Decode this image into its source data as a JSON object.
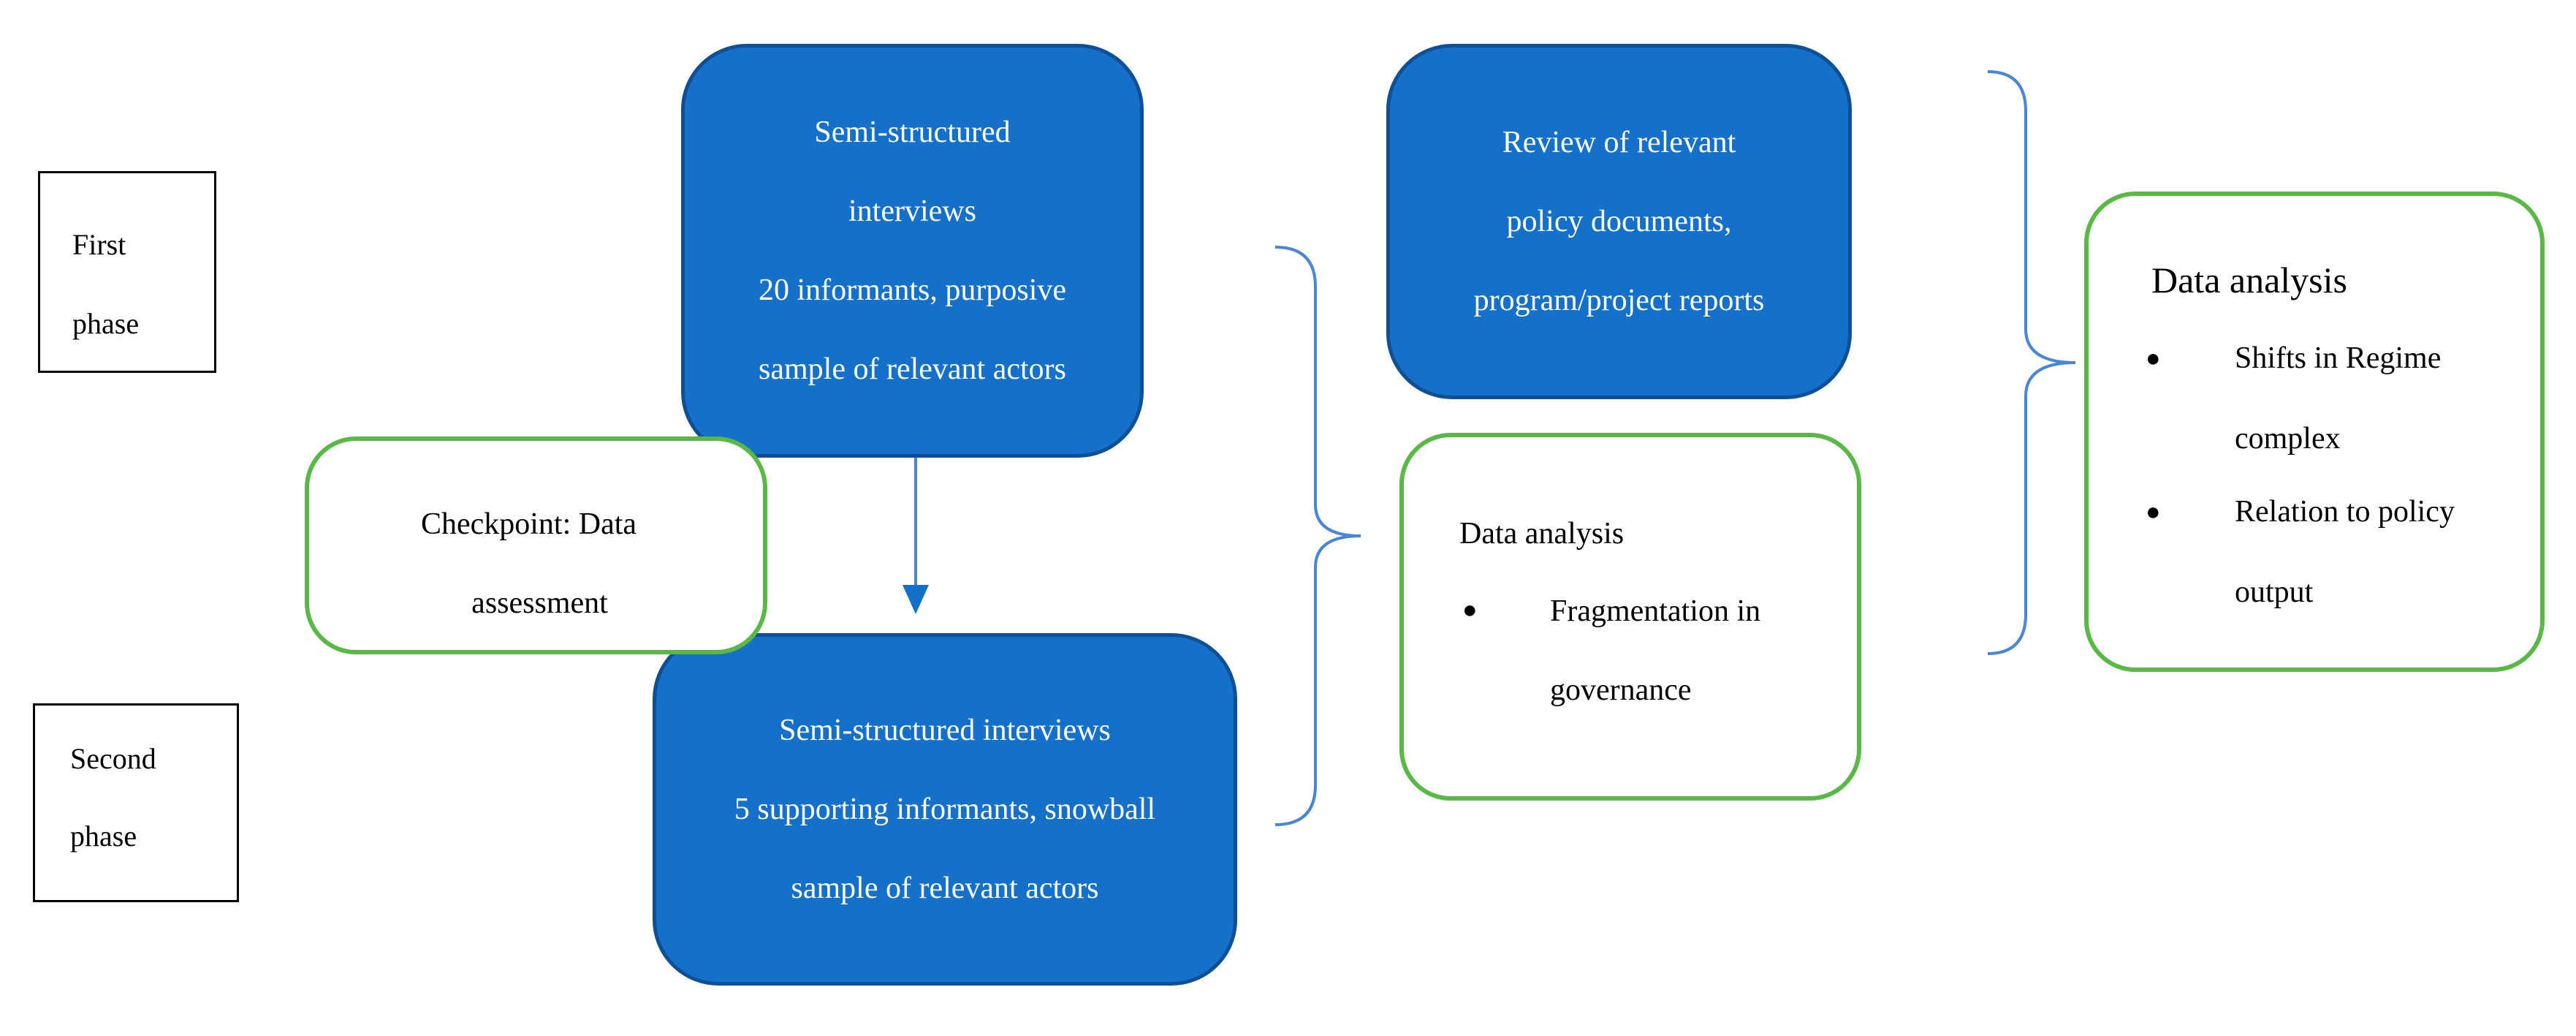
{
  "phases": {
    "first": [
      "First",
      "phase"
    ],
    "second": [
      "Second",
      "phase"
    ]
  },
  "interviews_first": {
    "lines": [
      "Semi-structured",
      "interviews",
      "20 informants, purposive",
      "sample of relevant actors"
    ]
  },
  "checkpoint": {
    "lines": [
      "Checkpoint: Data",
      "assessment"
    ]
  },
  "interviews_second": {
    "lines": [
      "Semi-structured interviews",
      "5 supporting informants, snowball",
      "sample of relevant actors"
    ]
  },
  "review": {
    "lines": [
      "Review of relevant",
      "policy documents,",
      "program/project reports"
    ]
  },
  "analysis_mid": {
    "title": "Data analysis",
    "bullet_lines": [
      "Fragmentation in",
      "governance"
    ]
  },
  "analysis_final": {
    "title": "Data analysis",
    "bullets": [
      [
        "Shifts in Regime",
        "complex"
      ],
      [
        "Relation to policy",
        "output"
      ]
    ]
  },
  "colors": {
    "blue_fill": "#1570c9",
    "blue_border": "#0f4f95",
    "green_border": "#5ab847",
    "connector_blue": "#4a86d4"
  }
}
